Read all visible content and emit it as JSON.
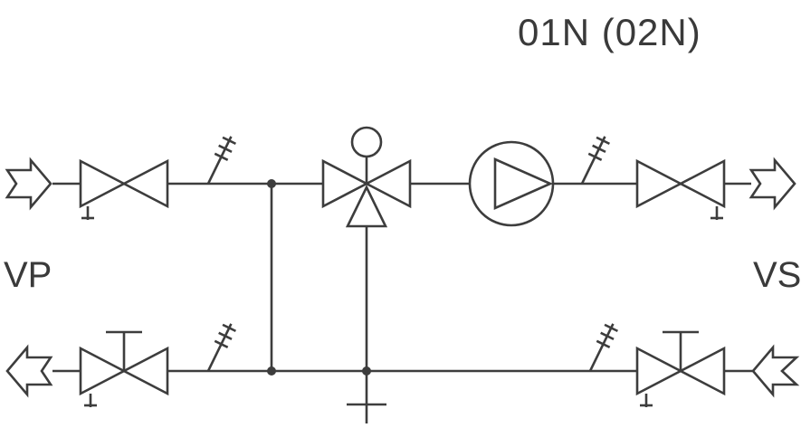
{
  "title": "01N (02N)",
  "labels": {
    "left_port": "VP",
    "right_port": "VS"
  },
  "colors": {
    "line": "#3d3d3d",
    "text": "#3a3a3a",
    "background": "#ffffff"
  },
  "icons": [
    "flow-in-arrow-icon",
    "flow-out-arrow-icon",
    "shutoff-valve-icon",
    "test-point-icon",
    "junction-dot-icon",
    "three-way-valve-icon",
    "actuator-icon",
    "pump-icon",
    "handle-valve-icon",
    "drain-icon"
  ]
}
